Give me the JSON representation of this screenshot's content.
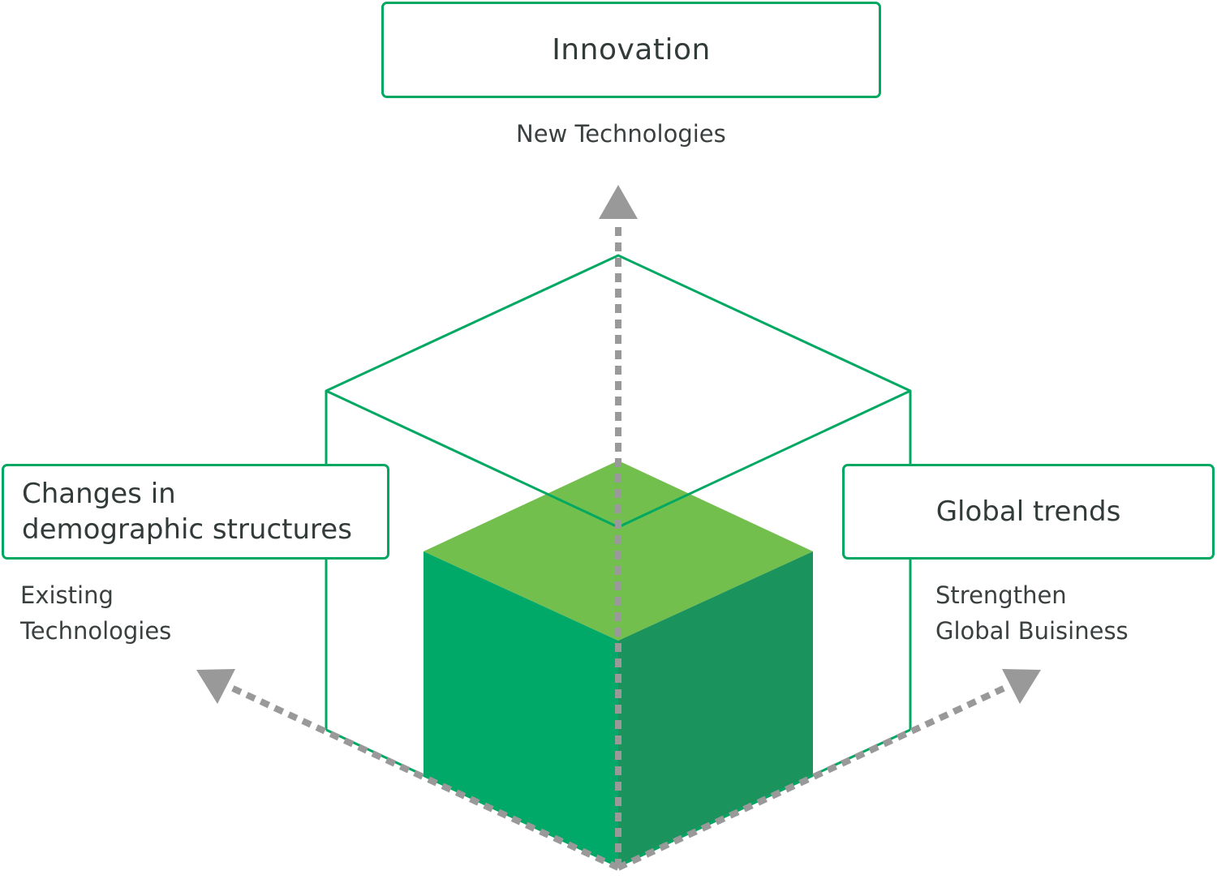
{
  "top": {
    "title": "Innovation",
    "subtitle": "New Technologies"
  },
  "left": {
    "title_lines": [
      "Changes in",
      "demographic structures"
    ],
    "subtitle_lines": [
      "Existing",
      "Technologies"
    ]
  },
  "right": {
    "title": "Global trends",
    "subtitle_lines": [
      "Strengthen",
      "Global Buisiness"
    ]
  },
  "colors": {
    "outline_green": "#00a862",
    "cube_top": "#72bf4e",
    "cube_left": "#00a968",
    "cube_right": "#1a935d",
    "arrow_gray": "#999999",
    "text": "#333a3a"
  }
}
